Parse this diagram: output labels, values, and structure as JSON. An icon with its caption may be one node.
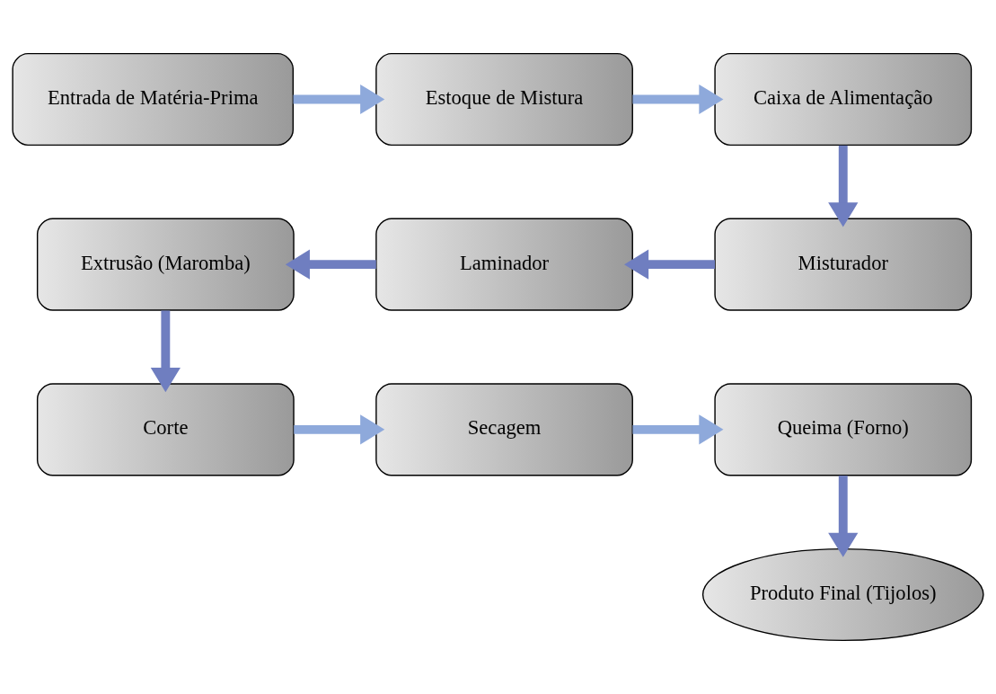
{
  "diagram": {
    "nodes": [
      {
        "text": [
          "Entrada de Matéria-Prima"
        ]
      },
      {
        "text": [
          "Estoque de Mistura"
        ]
      },
      {
        "text": [
          "Caixa de Alimentação"
        ]
      },
      {
        "text": [
          "Extrusão (Maromba)"
        ]
      },
      {
        "text": [
          "Laminador"
        ]
      },
      {
        "text": [
          "Misturador"
        ]
      },
      {
        "text": [
          "Corte"
        ]
      },
      {
        "text": [
          "Secagem"
        ]
      },
      {
        "text": [
          "Queima (Forno)"
        ]
      },
      {
        "text": [
          "Produto Final (Tijolos)"
        ]
      }
    ],
    "edges": [
      {
        "from": 0,
        "to": 1,
        "arrow": "to",
        "color": "#8ea9db"
      },
      {
        "from": 1,
        "to": 2,
        "arrow": "to",
        "color": "#8ea9db"
      },
      {
        "from": 2,
        "to": 5,
        "arrow": "to"
      },
      {
        "from": 5,
        "to": 4,
        "arrow": "to"
      },
      {
        "from": 4,
        "to": 3,
        "arrow": "to"
      },
      {
        "from": 3,
        "to": 6,
        "arrow": "to"
      },
      {
        "from": 6,
        "to": 7,
        "arrow": "to",
        "color": "#8ea9db"
      },
      {
        "from": 7,
        "to": 8,
        "arrow": "to",
        "color": "#8ea9db"
      },
      {
        "from": 8,
        "to": 9,
        "arrow": "to"
      }
    ]
  }
}
